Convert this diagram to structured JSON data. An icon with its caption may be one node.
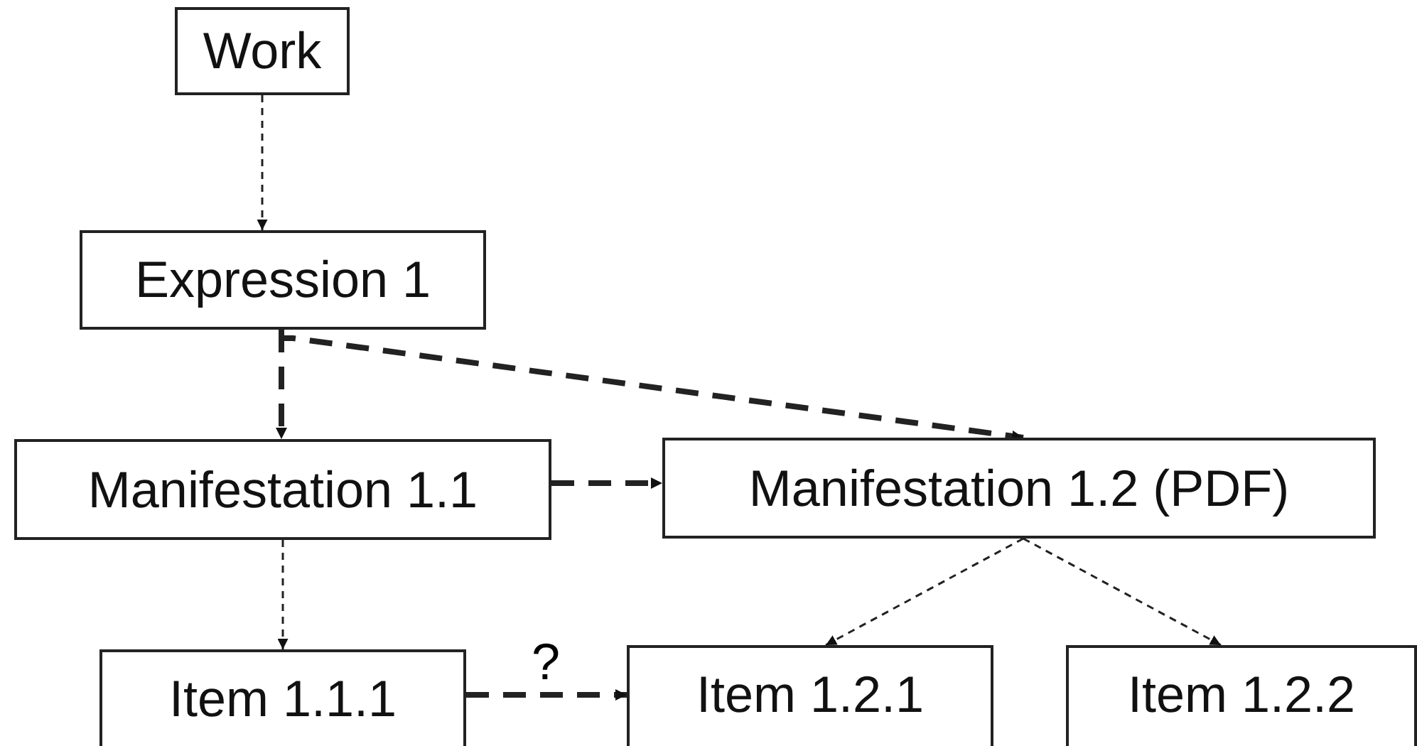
{
  "diagram": {
    "nodes": [
      {
        "text": [
          "Work"
        ]
      },
      {
        "text": [
          "Expression 1"
        ]
      },
      {
        "text": [
          "Manifestation 1.1"
        ]
      },
      {
        "text": [
          "Manifestation 1.2 (PDF)"
        ]
      },
      {
        "text": [
          "Item 1.1.1"
        ]
      },
      {
        "text": [
          "Item 1.2.1"
        ]
      },
      {
        "text": [
          "Item 1.2.2"
        ]
      }
    ],
    "edges": [
      {
        "from": 0,
        "to": 1,
        "arrow": "to",
        "style": "dashed"
      },
      {
        "from": 1,
        "to": 2,
        "arrow": "to",
        "style": "dashed"
      },
      {
        "from": 1,
        "to": 3,
        "arrow": "to",
        "style": "dashed"
      },
      {
        "from": 2,
        "to": 3,
        "arrow": "to",
        "style": "dashed"
      },
      {
        "from": 2,
        "to": 4,
        "arrow": "to",
        "style": "dashed"
      },
      {
        "from": 4,
        "to": 5,
        "arrow": "to",
        "style": "dashed",
        "label": "?"
      },
      {
        "from": 3,
        "to": 5,
        "arrow": "to",
        "style": "dashed"
      },
      {
        "from": 3,
        "to": 6,
        "arrow": "to",
        "style": "dashed"
      }
    ]
  }
}
